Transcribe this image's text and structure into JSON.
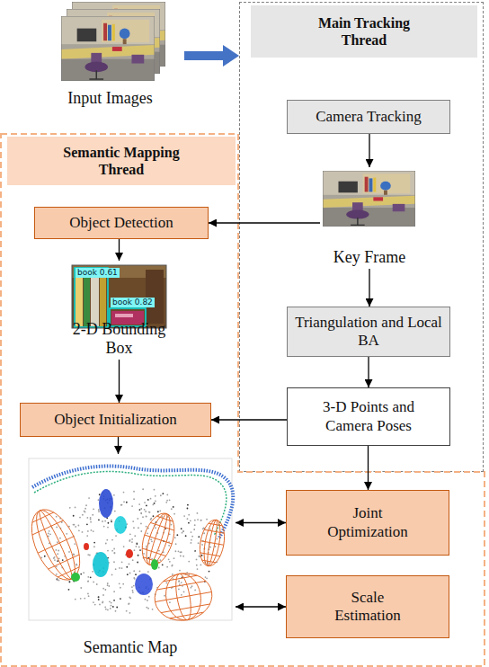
{
  "diagram": {
    "nodes": [
      {
        "text": [
          "Input Images"
        ]
      },
      {
        "text": [
          "Main Tracking Thread"
        ]
      },
      {
        "text": [
          "Camera Tracking"
        ],
        "in": 1
      },
      {
        "text": [
          "Key Frame"
        ],
        "in": 1
      },
      {
        "text": [
          "Triangulation and Local BA"
        ],
        "in": 1
      },
      {
        "text": [
          "3-D Points and Camera Poses"
        ],
        "in": 1
      },
      {
        "text": [
          "Semantic Mapping Thread"
        ]
      },
      {
        "text": [
          "Object Detection"
        ],
        "in": 6
      },
      {
        "text": [
          "2-D Bounding Box"
        ],
        "in": 6
      },
      {
        "text": [
          "Object Initialization"
        ],
        "in": 6
      },
      {
        "text": [
          "Semantic Map"
        ],
        "in": 6
      },
      {
        "text": [
          "Joint Optimization"
        ],
        "in": 6
      },
      {
        "text": [
          "Scale Estimation"
        ],
        "in": 6
      }
    ],
    "edges": [
      {
        "from": 0,
        "to": 1,
        "arrow": "to"
      },
      {
        "from": 2,
        "to": 3,
        "arrow": "to"
      },
      {
        "from": 3,
        "to": 7,
        "arrow": "to"
      },
      {
        "from": 3,
        "to": 4,
        "arrow": "to"
      },
      {
        "from": 4,
        "to": 5,
        "arrow": "to"
      },
      {
        "from": 7,
        "to": 8,
        "arrow": "to"
      },
      {
        "from": 8,
        "to": 9,
        "arrow": "to"
      },
      {
        "from": 5,
        "to": 9,
        "arrow": "to"
      },
      {
        "from": 5,
        "to": 11,
        "arrow": "to"
      },
      {
        "from": 9,
        "to": 10,
        "arrow": "to"
      },
      {
        "from": 10,
        "to": 11,
        "arrow": "both"
      },
      {
        "from": 10,
        "to": 12,
        "arrow": "both"
      }
    ],
    "labels": [
      "book 0.61",
      "book 0.82"
    ]
  }
}
